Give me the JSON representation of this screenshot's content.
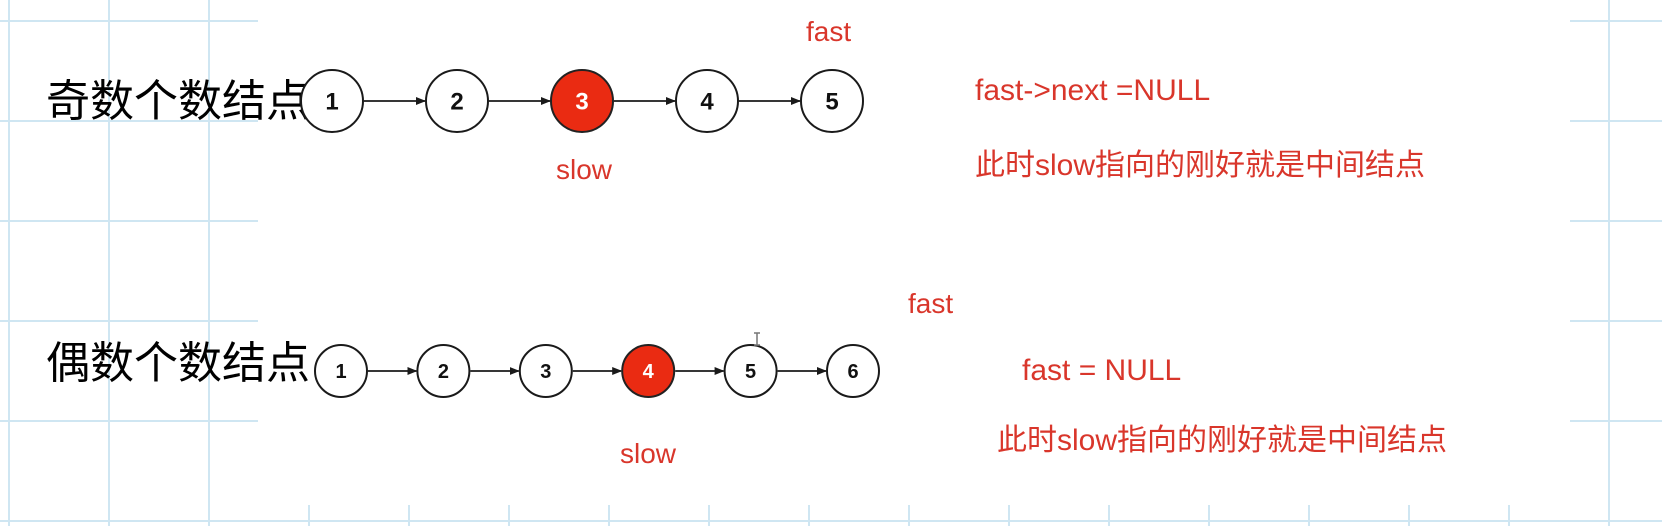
{
  "colors": {
    "accent": "#d9362b",
    "highlight_node": "#ea2b12",
    "grid": "#cfe6f2"
  },
  "odd": {
    "title": "奇数个数结点",
    "nodes": [
      "1",
      "2",
      "3",
      "4",
      "5"
    ],
    "slow_index": 2,
    "fast_index": 4,
    "fast_label": "fast",
    "slow_label": "slow",
    "condition": "fast->next =NULL",
    "note": "此时slow指向的刚好就是中间结点"
  },
  "even": {
    "title": "偶数个数结点",
    "nodes": [
      "1",
      "2",
      "3",
      "4",
      "5",
      "6"
    ],
    "slow_index": 3,
    "fast_label": "fast",
    "slow_label": "slow",
    "condition": "fast = NULL",
    "note": "此时slow指向的刚好就是中间结点"
  }
}
